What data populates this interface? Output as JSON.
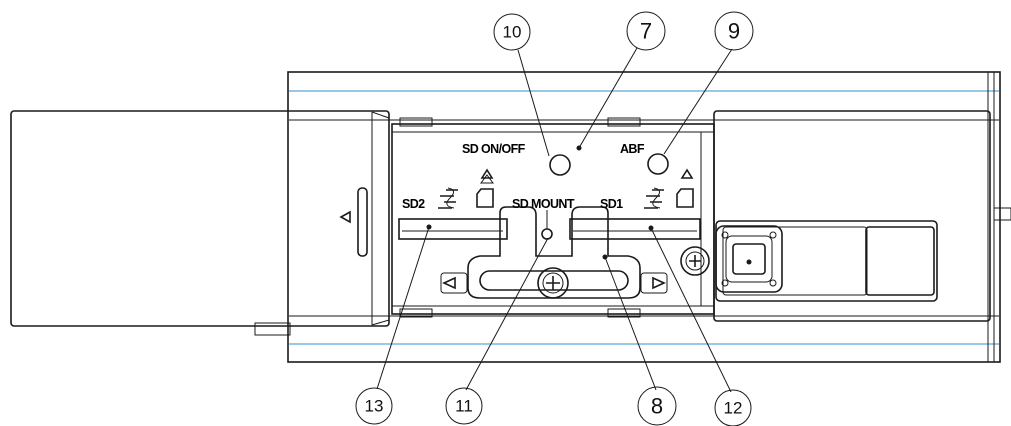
{
  "labels": {
    "sd_on_off": "SD ON/OFF",
    "abf": "ABF",
    "sd2": "SD2",
    "sd1": "SD1",
    "sd_mount": "SD MOUNT"
  },
  "callouts": {
    "c10": "10",
    "c7": "7",
    "c9": "9",
    "c13": "13",
    "c11": "11",
    "c8": "8",
    "c12": "12"
  },
  "icons": [
    "sdxc-logo-icon",
    "sd-card-icon",
    "eject-triangle-icon",
    "screw-icon",
    "connector-icon",
    "slide-arrow-icon"
  ]
}
